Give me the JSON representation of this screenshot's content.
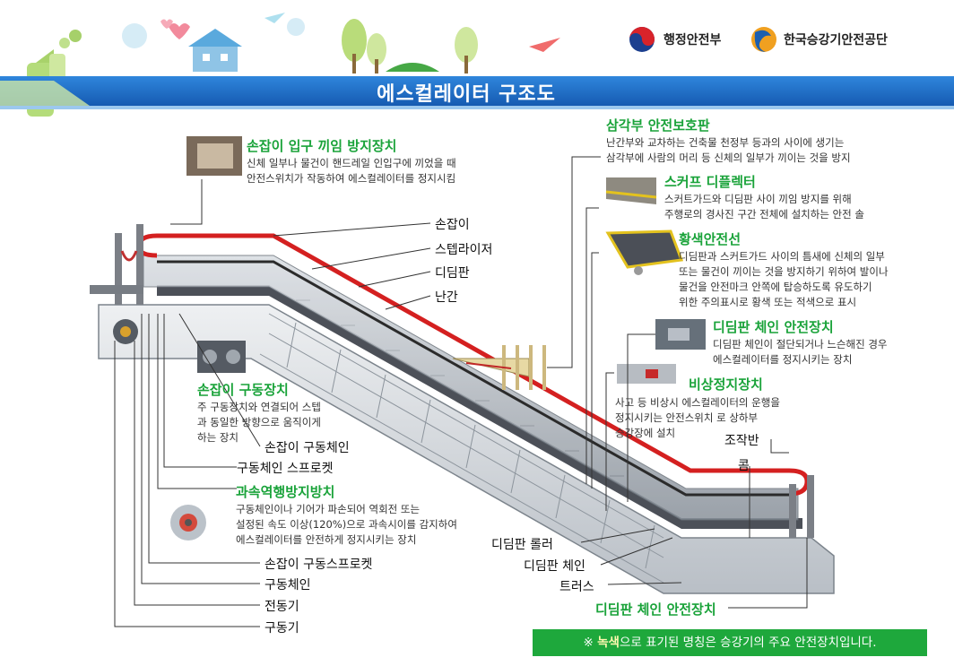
{
  "header": {
    "title": "에스컬레이터 구조도",
    "org1": "행정안전부",
    "org2": "한국승강기안전공단"
  },
  "devices": {
    "handrail_entry": {
      "title": "손잡이 입구 끼임 방지장치",
      "desc": "신체 일부나 물건이 핸드레일 인입구에 끼었을 때\n안전스위치가 작동하여 에스컬레이터를 정지시킴"
    },
    "triangle_guard": {
      "title": "삼각부 안전보호판",
      "desc": "난간부와 교차하는 건축물 천정부 등과의 사이에 생기는\n삼각부에 사람의 머리 등 신체의 일부가 끼이는 것을 방지"
    },
    "skirt_deflector": {
      "title": "스커프 디플렉터",
      "desc": "스커트가드와 디딤판 사이 끼임 방지를 위해\n주행로의 경사진 구간 전체에 설치하는 안전 솔"
    },
    "yellow_line": {
      "title": "황색안전선",
      "desc": "디딤판과 스커트가드 사이의 틈새에 신체의 일부\n또는 물건이 끼이는 것을 방지하기 위하여 발이나\n물건을 안전마크 안쪽에 탑승하도록 유도하기\n위한 주의표시로 황색 또는 적색으로 표시"
    },
    "step_chain_safety_top": {
      "title": "디딤판 체인 안전장치",
      "desc": "디딤판 체인이 절단되거나 느슨해진 경우\n에스컬레이터를 정지시키는 장치"
    },
    "emergency_stop": {
      "title": "비상정지장치",
      "desc": "사고 등 비상시 에스컬레이터의 운행을\n정지시키는 안전스위치 로 상하부\n승강장에 설치"
    },
    "handrail_drive": {
      "title": "손잡이 구동장치",
      "desc": "주 구동장치와 연결되어 스텝\n과 동일한 방향으로 움직이게\n하는 장치"
    },
    "overspeed": {
      "title": "과속역행방지방치",
      "desc": "구동체인이나 기어가 파손되어 역회전 또는\n설정된 속도 이상(120%)으로 과속시이를 감지하여\n에스컬레이터를 안전하게 정지시키는 장치"
    },
    "step_chain_safety_bottom": {
      "title": "디딤판 체인 안전장치"
    }
  },
  "labels": {
    "handrail": "손잡이",
    "stabilizer": "스텝라이저",
    "step": "디딤판",
    "balustrade": "난간",
    "handrail_drive_chain": "손잡이 구동체인",
    "drive_chain_sprocket": "구동체인 스프로켓",
    "handrail_drive_sprocket": "손잡이 구동스프로켓",
    "drive_chain": "구동체인",
    "motor": "전동기",
    "drive_unit": "구동기",
    "control_panel": "조작반",
    "comb": "콤",
    "step_roller": "디딤판 롤러",
    "step_chain": "디딤판 체인",
    "truss": "트러스"
  },
  "footer_note": {
    "prefix": "※ ",
    "highlight": "녹색",
    "suffix": "으로 표기된 명칭은 승강기의 주요 안전장치입니다."
  },
  "colors": {
    "banner_blue": "#1f6fc8",
    "green_title": "#1aa33a",
    "note_green": "#1ea83c",
    "handrail_red": "#d42020"
  }
}
